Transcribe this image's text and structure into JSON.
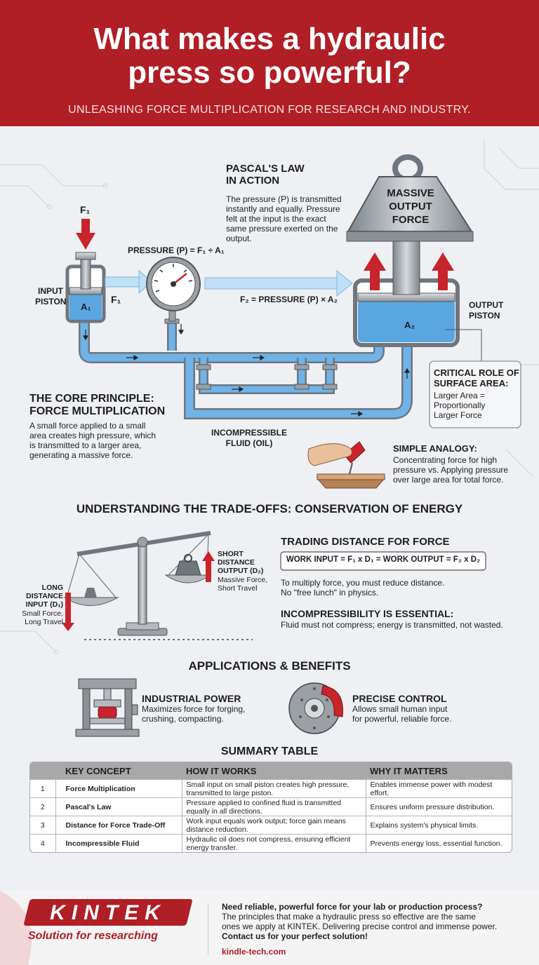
{
  "header": {
    "title_line1": "What makes a hydraulic",
    "title_line2": "press so powerful?",
    "subtitle": "UNLEASHING FORCE MULTIPLICATION FOR RESEARCH AND INDUSTRY."
  },
  "diagram": {
    "pascal_title_line1": "PASCAL'S LAW",
    "pascal_title_line2": "IN ACTION",
    "pascal_text": [
      "The pressure (P) is transmitted",
      "instantly and equally. Pressure",
      "felt at the input is the exact",
      "same pressure exerted on the",
      "output."
    ],
    "weight_label": [
      "MASSIVE",
      "OUTPUT",
      "FORCE"
    ],
    "f1_label": "F₁",
    "f1_side_label": "F₁",
    "a1_label": "A₁",
    "a2_label": "A₂",
    "pressure_formula": "PRESSURE (P) = F₁ ÷ A₁",
    "f2_formula": "F₂ = PRESSURE (P) × A₂",
    "input_piston": [
      "INPUT",
      "PISTON"
    ],
    "output_piston": [
      "OUTPUT",
      "PISTON"
    ],
    "fluid_label": [
      "INCOMPRESSIBLE",
      "FLUID (OIL)"
    ],
    "core_title": [
      "THE CORE PRINCIPLE:",
      "FORCE MULTIPLICATION"
    ],
    "core_text": [
      "A small force applied to a small",
      "area creates high pressure, which",
      "is transmitted to a larger area,",
      "generating a massive force."
    ],
    "area_title": [
      "CRITICAL ROLE OF",
      "SURFACE AREA:"
    ],
    "area_text": [
      "Larger Area =",
      "Proportionally",
      "Larger Force"
    ],
    "analogy_title": "SIMPLE ANALOGY:",
    "analogy_text": [
      "Concentrating force for high",
      "pressure vs. Applying pressure",
      "over large area for total force."
    ]
  },
  "tradeoffs": {
    "section_title": "UNDERSTANDING THE TRADE-OFFS: CONSERVATION OF ENERGY",
    "long_label": [
      "LONG",
      "DISTANCE",
      "INPUT (D₁)"
    ],
    "long_sub": [
      "Small Force,",
      "Long Travel"
    ],
    "short_label": [
      "SHORT",
      "DISTANCE",
      "OUTPUT (D₂)"
    ],
    "short_sub": [
      "Massive Force,",
      "Short Travel"
    ],
    "trading_title": "TRADING DISTANCE FOR FORCE",
    "work_formula": "WORK INPUT = F₁ x D₁ = WORK OUTPUT = F₂ x D₂",
    "trading_text": [
      "To multiply force, you must reduce distance.",
      "No \"free lunch\" in physics."
    ],
    "incomp_title": "INCOMPRESSIBILITY IS ESSENTIAL:",
    "incomp_text": "Fluid must not compress; energy is transmitted, not wasted."
  },
  "applications": {
    "section_title": "APPLICATIONS & BENEFITS",
    "industrial_title": "INDUSTRIAL POWER",
    "industrial_text": [
      "Maximizes force for forging,",
      "crushing, compacting."
    ],
    "precise_title": "PRECISE CONTROL",
    "precise_text": [
      "Allows small human input",
      "for powerful, reliable force."
    ]
  },
  "summary": {
    "title": "SUMMARY TABLE",
    "headers": [
      "",
      "KEY CONCEPT",
      "HOW IT WORKS",
      "WHY IT MATTERS"
    ],
    "rows": [
      {
        "num": "1",
        "concept": "Force Multiplication",
        "how": [
          "Small input on small piston creates high pressure,",
          "transmitted to large piston."
        ],
        "why": "Enables immense power with modest effort."
      },
      {
        "num": "2",
        "concept": "Pascal's Law",
        "how": [
          "Pressure applied to confined fluid is transmitted",
          "equally in all directions."
        ],
        "why": "Ensures uniform pressure distribution."
      },
      {
        "num": "3",
        "concept": "Distance for Force Trade-Off",
        "how": [
          "Work input equals work output; force gain means",
          "distance reduction."
        ],
        "why": "Explains system's physical limits."
      },
      {
        "num": "4",
        "concept": "Incompressible Fluid",
        "how": [
          "Hydraulic oil does not compress, ensuring efficient",
          "energy transfer."
        ],
        "why": "Prevents energy loss, essential function."
      }
    ]
  },
  "footer": {
    "brand": "KINTEK",
    "tagline": "Solution for researching",
    "question": "Need reliable, powerful force for your lab or production process?",
    "text": [
      "The principles that make a hydraulic press so effective are the same",
      "ones we apply at KINTEK. Delivering precise control and immense power."
    ],
    "cta": "Contact us for your perfect solution!",
    "url": "kindle-tech.com"
  },
  "colors": {
    "brand_red": "#b01e26",
    "fluid_blue": "#5aa6e0",
    "steel": "#9aa0a6",
    "dark_text": "#1e1e1e"
  }
}
